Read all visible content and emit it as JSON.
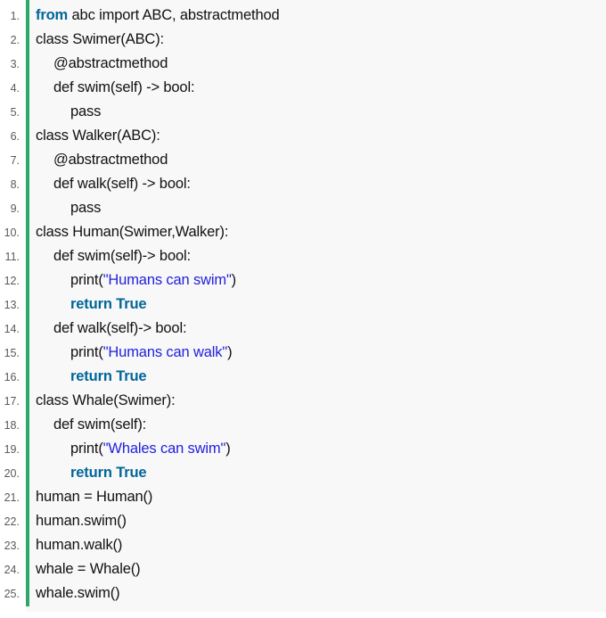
{
  "lines": [
    {
      "n": "1.",
      "indent": 0,
      "tokens": [
        {
          "t": "from",
          "k": "kw"
        },
        {
          "t": " abc import ABC, abstractmethod",
          "k": "plain"
        }
      ]
    },
    {
      "n": "2.",
      "indent": 0,
      "tokens": [
        {
          "t": "class Swimer(ABC):",
          "k": "plain"
        }
      ]
    },
    {
      "n": "3.",
      "indent": 1,
      "tokens": [
        {
          "t": "@abstractmethod",
          "k": "plain"
        }
      ]
    },
    {
      "n": "4.",
      "indent": 1,
      "tokens": [
        {
          "t": "def swim(self) -> bool:",
          "k": "plain"
        }
      ]
    },
    {
      "n": "5.",
      "indent": 2,
      "tokens": [
        {
          "t": "pass",
          "k": "plain"
        }
      ]
    },
    {
      "n": "6.",
      "indent": 0,
      "tokens": [
        {
          "t": "class Walker(ABC):",
          "k": "plain"
        }
      ]
    },
    {
      "n": "7.",
      "indent": 1,
      "tokens": [
        {
          "t": "@abstractmethod",
          "k": "plain"
        }
      ]
    },
    {
      "n": "8.",
      "indent": 1,
      "tokens": [
        {
          "t": "def walk(self) -> bool:",
          "k": "plain"
        }
      ]
    },
    {
      "n": "9.",
      "indent": 2,
      "tokens": [
        {
          "t": "pass",
          "k": "plain"
        }
      ]
    },
    {
      "n": "10.",
      "indent": 0,
      "tokens": [
        {
          "t": "class Human(Swimer,Walker):",
          "k": "plain"
        }
      ]
    },
    {
      "n": "11.",
      "indent": 1,
      "tokens": [
        {
          "t": "def swim(self)-> bool:",
          "k": "plain"
        }
      ]
    },
    {
      "n": "12.",
      "indent": 2,
      "tokens": [
        {
          "t": "print(",
          "k": "plain"
        },
        {
          "t": "\"Humans can swim\"",
          "k": "str"
        },
        {
          "t": ")",
          "k": "plain"
        }
      ]
    },
    {
      "n": "13.",
      "indent": 2,
      "tokens": [
        {
          "t": "return",
          "k": "kw"
        },
        {
          "t": " ",
          "k": "plain"
        },
        {
          "t": "True",
          "k": "kw"
        }
      ]
    },
    {
      "n": "14.",
      "indent": 1,
      "tokens": [
        {
          "t": "def walk(self)-> bool:",
          "k": "plain"
        }
      ]
    },
    {
      "n": "15.",
      "indent": 2,
      "tokens": [
        {
          "t": "print(",
          "k": "plain"
        },
        {
          "t": "\"Humans can walk\"",
          "k": "str"
        },
        {
          "t": ")",
          "k": "plain"
        }
      ]
    },
    {
      "n": "16.",
      "indent": 2,
      "tokens": [
        {
          "t": "return",
          "k": "kw"
        },
        {
          "t": " ",
          "k": "plain"
        },
        {
          "t": "True",
          "k": "kw"
        }
      ]
    },
    {
      "n": "17.",
      "indent": 0,
      "tokens": [
        {
          "t": "class Whale(Swimer):",
          "k": "plain"
        }
      ]
    },
    {
      "n": "18.",
      "indent": 1,
      "tokens": [
        {
          "t": "def swim(self):",
          "k": "plain"
        }
      ]
    },
    {
      "n": "19.",
      "indent": 2,
      "tokens": [
        {
          "t": "print(",
          "k": "plain"
        },
        {
          "t": "\"Whales can swim\"",
          "k": "str"
        },
        {
          "t": ")",
          "k": "plain"
        }
      ]
    },
    {
      "n": "20.",
      "indent": 2,
      "tokens": [
        {
          "t": "return",
          "k": "kw"
        },
        {
          "t": " ",
          "k": "plain"
        },
        {
          "t": "True",
          "k": "kw"
        }
      ]
    },
    {
      "n": "21.",
      "indent": 0,
      "tokens": [
        {
          "t": "human = Human()",
          "k": "plain"
        }
      ]
    },
    {
      "n": "22.",
      "indent": 0,
      "tokens": [
        {
          "t": "human.swim()",
          "k": "plain"
        }
      ]
    },
    {
      "n": "23.",
      "indent": 0,
      "tokens": [
        {
          "t": "human.walk()",
          "k": "plain"
        }
      ]
    },
    {
      "n": "24.",
      "indent": 0,
      "tokens": [
        {
          "t": "whale = Whale()",
          "k": "plain"
        }
      ]
    },
    {
      "n": "25.",
      "indent": 0,
      "tokens": [
        {
          "t": "whale.swim()",
          "k": "plain"
        }
      ]
    }
  ],
  "colors": {
    "accent_bar": "#2ea86a",
    "keyword": "#006699",
    "string": "#1f1fdd",
    "text": "#111111",
    "line_number": "#5a5a5a",
    "background": "#f8f8f9"
  }
}
